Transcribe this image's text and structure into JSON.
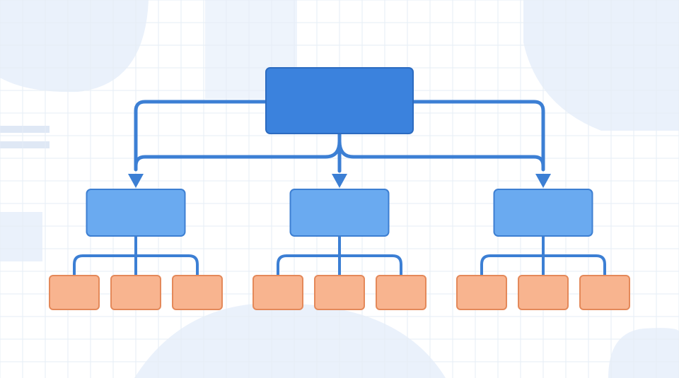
{
  "diagram": {
    "type": "hierarchy",
    "levels": [
      {
        "level": "root",
        "count": 1
      },
      {
        "level": "child",
        "count": 3
      },
      {
        "level": "leaf",
        "count": 9
      }
    ],
    "nodes": [
      {
        "id": "root",
        "level": 0,
        "parent": null
      },
      {
        "id": "c1",
        "level": 1,
        "parent": "root"
      },
      {
        "id": "c2",
        "level": 1,
        "parent": "root"
      },
      {
        "id": "c3",
        "level": 1,
        "parent": "root"
      },
      {
        "id": "l1",
        "level": 2,
        "parent": "c1"
      },
      {
        "id": "l2",
        "level": 2,
        "parent": "c1"
      },
      {
        "id": "l3",
        "level": 2,
        "parent": "c1"
      },
      {
        "id": "l4",
        "level": 2,
        "parent": "c2"
      },
      {
        "id": "l5",
        "level": 2,
        "parent": "c2"
      },
      {
        "id": "l6",
        "level": 2,
        "parent": "c2"
      },
      {
        "id": "l7",
        "level": 2,
        "parent": "c3"
      },
      {
        "id": "l8",
        "level": 2,
        "parent": "c3"
      },
      {
        "id": "l9",
        "level": 2,
        "parent": "c3"
      }
    ],
    "colors": {
      "root_fill": "#3b82dd",
      "root_stroke": "#2c6bc0",
      "child_fill": "#6aaaf0",
      "child_stroke": "#3d7fd2",
      "leaf_fill": "#f8b48f",
      "leaf_stroke": "#e4895a",
      "connector": "#3c7fd4",
      "grid": "#e6edf6",
      "background_shapes": "#eaf1fb"
    }
  }
}
